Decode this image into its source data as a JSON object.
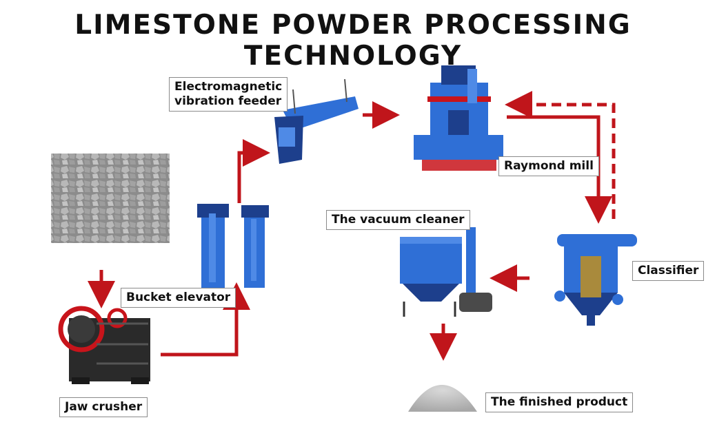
{
  "title": "LIMESTONE POWDER PROCESSING TECHNOLOGY",
  "labels": {
    "feeder_line1": "Electromagnetic",
    "feeder_line2": "vibration feeder",
    "raymond_mill": "Raymond mill",
    "vacuum_cleaner": "The vacuum cleaner",
    "classifier": "Classifier",
    "bucket_elevator": "Bucket elevator",
    "jaw_crusher": "Jaw crusher",
    "finished_product": "The finished product"
  },
  "colors": {
    "arrow": "#c0151b",
    "machine_blue": "#2f6fd6",
    "machine_dark": "#1d3f8c",
    "crusher": "#2a2a2a",
    "crusher_red": "#c8141b",
    "stone": "#9a9a9a",
    "powder": "#bdbdbd"
  }
}
